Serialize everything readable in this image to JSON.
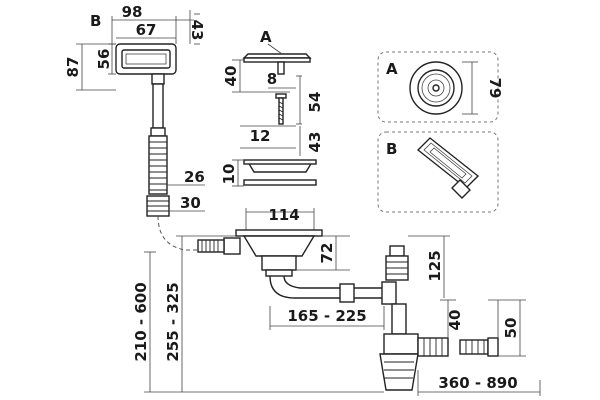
{
  "labels": {
    "callout_a": "A",
    "callout_b": "B",
    "detail_a": "A",
    "detail_b": "B"
  },
  "dimensions": {
    "overflow_width": "98",
    "overflow_inner": "67",
    "overflow_height": "43",
    "overflow_side": "56",
    "overflow_total": "87",
    "cap_height": "40",
    "cap_screw": "8",
    "screw_len": "54",
    "screw_head": "12",
    "screw_body": "43",
    "basket_depth": "10",
    "hose_diam": "26",
    "hose_end": "30",
    "strainer_diam": "114",
    "outlet_height": "72",
    "trap_rise": "125",
    "horizontal_reach": "165 - 225",
    "trap_side": "40",
    "outlet_diam": "50",
    "drain_reach": "360 - 890",
    "hose_range": "210 - 600",
    "vertical_range": "255 - 325",
    "detail_a_diam": "79"
  }
}
